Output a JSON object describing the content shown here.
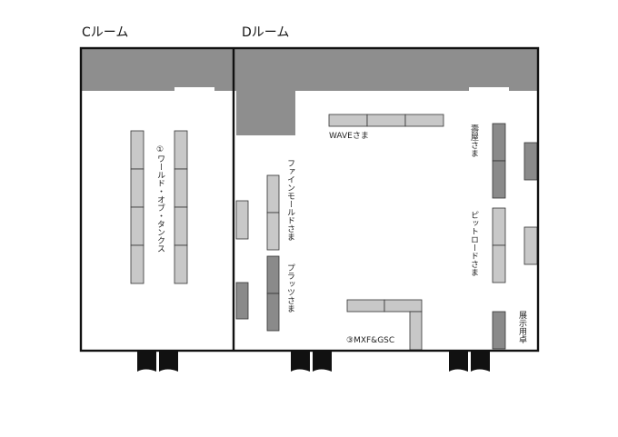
{
  "rooms": {
    "c": {
      "title": "Cルーム"
    },
    "d": {
      "title": "Dルーム"
    }
  },
  "booths": {
    "world_of_tanks": "①ワールド・オブ・タンクス",
    "fine_mold": "ファインモールドさま",
    "plats": "プラッツさま",
    "wave": "WAVEさま",
    "kotobukiya": "壽屋さま",
    "pit_road": "ピットロードさま",
    "mxf_gsc": "③MXF&GSC",
    "display_table": "展示用卓"
  },
  "colors": {
    "wall_band": "#8e8e8e",
    "table_light": "#c8c8c8",
    "table_dark": "#8a8a8a",
    "wall": "#111111"
  }
}
